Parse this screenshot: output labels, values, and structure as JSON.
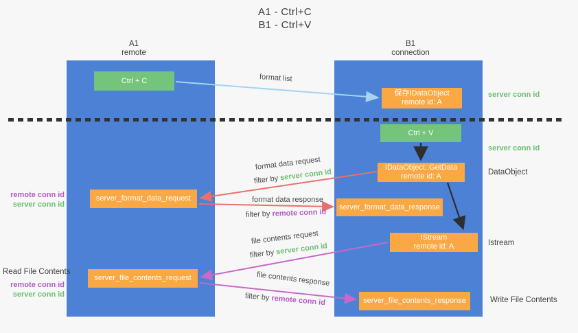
{
  "title": {
    "line1": "A1 - Ctrl+C",
    "line2": "B1 - Ctrl+V"
  },
  "lanes": {
    "a1": {
      "id": "A1",
      "role": "remote"
    },
    "b1": {
      "id": "B1",
      "role": "connection"
    }
  },
  "nodes": {
    "ctrl_c": {
      "label": "Ctrl + C"
    },
    "ctrl_v": {
      "label": "Ctrl + V"
    },
    "save_idataobject": {
      "line1": "保存IDataObject",
      "line2": "remote id: A"
    },
    "getdata": {
      "line1": "IDataObject::GetData",
      "line2": "remote id: A"
    },
    "istream": {
      "line1": "IStream",
      "line2": "remote id: A"
    },
    "format_request": {
      "label": "server_format_data_request"
    },
    "format_response": {
      "label": "server_format_data_response"
    },
    "file_request": {
      "label": "server_file_contents_request"
    },
    "file_response": {
      "label": "server_file_contents_response"
    }
  },
  "flow_labels": {
    "format_list": "format list",
    "format_data_request": "format data request",
    "format_data_response": "format data response",
    "file_contents_request": "file contents request",
    "file_contents_response": "file contents response",
    "filter_by": "filter by ",
    "server_conn_id": "server conn id",
    "remote_conn_id": "remote conn id"
  },
  "side_labels": {
    "server_conn_id_top": "server conn id",
    "server_conn_id_mid": "server conn id",
    "dataobject": "DataObject",
    "istream": "Istream",
    "write_file_contents": "Write File Contents",
    "read_file_contents": "Read File Contents",
    "remote_conn_id": "remote conn id",
    "server_conn_id": "server conn id"
  },
  "colors": {
    "background": "#f7f7f7",
    "lane_blue": "#4c81d5",
    "node_green": "#74c47b",
    "node_orange": "#f9a843",
    "arrow_red": "#e8716c",
    "arrow_magenta": "#c868c8",
    "arrow_lightblue": "#a6d3f0",
    "arrow_black": "#2e2e2e",
    "text_green": "#6dbf72",
    "text_purple": "#b55bc5",
    "text_dark": "#3f3f3f"
  }
}
